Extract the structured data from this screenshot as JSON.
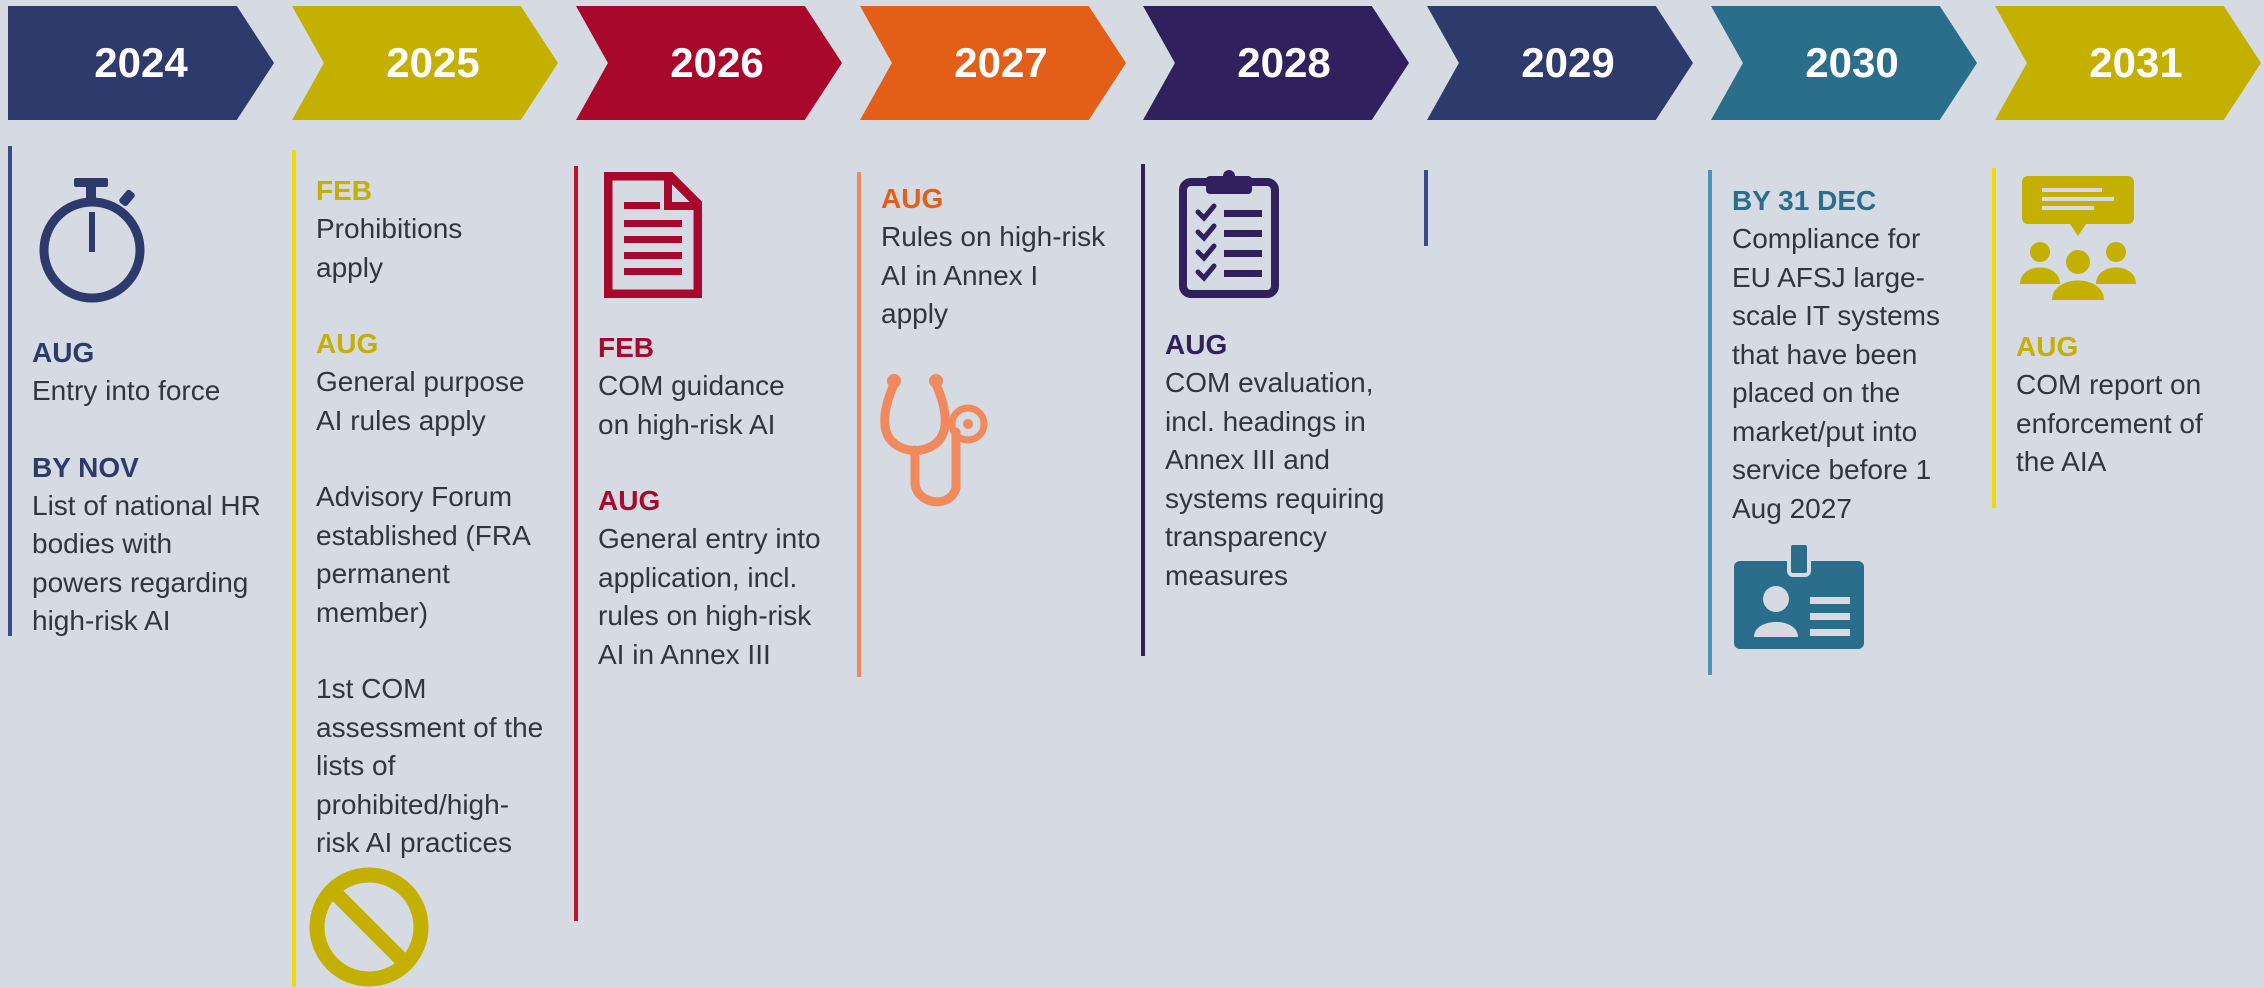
{
  "colors": {
    "navy": "#2e3a6b",
    "gold": "#c4b000",
    "crimson": "#a8082c",
    "orange": "#e35f17",
    "purple": "#30205e",
    "teal": "#2a6e8c",
    "text": "#2f3640",
    "background": "#d6dae3"
  },
  "years": [
    "2024",
    "2025",
    "2026",
    "2027",
    "2028",
    "2029",
    "2030",
    "2031"
  ],
  "col2024": {
    "icon": "stopwatch-icon",
    "e1_month": "AUG",
    "e1_text": "Entry into force",
    "e2_month": "BY NOV",
    "e2_text": "List of national HR bodies with powers regarding high-risk AI"
  },
  "col2025": {
    "icon": "prohibited-icon",
    "e1_month": "FEB",
    "e1_text": "Prohibitions apply",
    "e2_month": "AUG",
    "e2_text": "General purpose AI rules apply",
    "e3_text": "Advisory Forum established (FRA permanent member)",
    "e4_text": "1st COM assessment of the lists of prohibited/high-risk AI practices"
  },
  "col2026": {
    "icon": "document-icon",
    "e1_month": "FEB",
    "e1_text": "COM guidance on high-risk AI",
    "e2_month": "AUG",
    "e2_text": "General entry into application, incl. rules on high-risk AI in Annex III"
  },
  "col2027": {
    "icon": "stethoscope-icon",
    "e1_month": "AUG",
    "e1_text": "Rules on high-risk AI in Annex I apply"
  },
  "col2028": {
    "icon": "clipboard-checklist-icon",
    "e1_month": "AUG",
    "e1_text": "COM evaluation, incl. headings in Annex III and systems requiring transparency measures"
  },
  "col2030": {
    "icon": "id-badge-icon",
    "e1_month": "BY 31 DEC",
    "e1_text": "Compliance for EU AFSJ large-scale IT systems that have been placed on the market/put into service before 1 Aug 2027"
  },
  "col2031": {
    "icon": "group-discussion-icon",
    "e1_month": "AUG",
    "e1_text": "COM report on enforcement of the AIA"
  }
}
